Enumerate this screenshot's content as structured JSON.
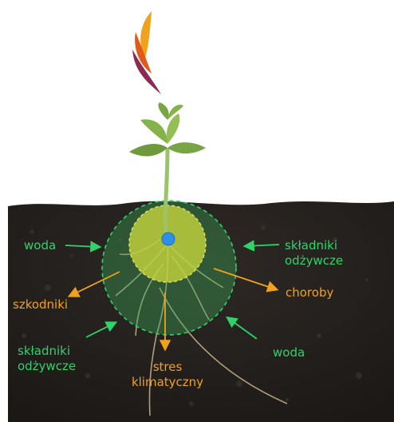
{
  "colors": {
    "green": "#2fd36a",
    "orange": "#f0a21a",
    "soil": "#231f1c",
    "plant_leaf": "#7aa545",
    "root_zone": "#b8cf3a",
    "seed": "#2f8fe6"
  },
  "icons": [
    "flame-logo-icon",
    "seedling-icon",
    "seed-icon"
  ],
  "labels": {
    "woda_left": "woda",
    "skladniki_right_1": "składniki",
    "skladniki_right_2": "odżywcze",
    "szkodniki": "szkodniki",
    "choroby": "choroby",
    "skladniki_left_1": "składniki",
    "skladniki_left_2": "odżywcze",
    "woda_right": "woda",
    "stres_1": "stres",
    "stres_2": "klimatyczny"
  }
}
